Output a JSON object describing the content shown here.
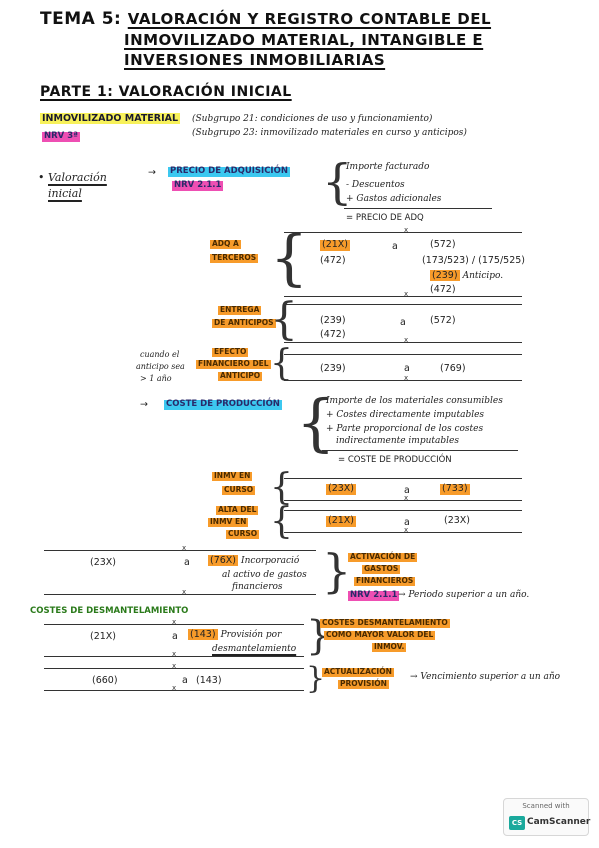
{
  "title": {
    "line1_prefix": "TEMA 5:",
    "line1": "VALORACIÓN Y REGISTRO CONTABLE DEL",
    "line2": "INMOVILIZADO MATERIAL, INTANGIBLE E",
    "line3": "INVERSIONES INMOBILIARIAS"
  },
  "part": "PARTE 1: VALORACIÓN INICIAL",
  "inmovilizado": {
    "label": "INMOVILIZADO MATERIAL",
    "nrv": "NRV 3ª",
    "subgrupo21": "(Subgrupo 21: condiciones de uso y funcionamiento)",
    "subgrupo23": "(Subgrupo 23: inmovilizado materiales en curso y anticipos)"
  },
  "valoracion": {
    "label_line1": "Valoración",
    "label_line2": "inicial",
    "arrow": "→",
    "precio_adq": "PRECIO DE ADQUISICIÓN",
    "nrv_precio": "NRV 2.1.1",
    "items": [
      "Importe facturado",
      "- Descuentos",
      "+ Gastos adicionales"
    ],
    "result": "= PRECIO DE ADQ"
  },
  "adq_terceros": {
    "label_line1": "ADQ A",
    "label_line2": "TERCEROS",
    "debit1": "(21X)",
    "debit2": "(472)",
    "a": "a",
    "credit1": "(572)",
    "credit2": "(173/523) / (175/525)",
    "credit3_code": "(239)",
    "credit3_text": "Anticipo.",
    "credit4": "(472)"
  },
  "entrega_anticipos": {
    "label_line1": "ENTREGA",
    "label_line2": "DE ANTICIPOS",
    "debit1": "(239)",
    "debit2": "(472)",
    "a": "a",
    "credit1": "(572)"
  },
  "efecto_financiero": {
    "note_line1": "cuando el",
    "note_line2": "anticipo sea",
    "note_line3": "> 1 año",
    "label_line1": "EFECTO",
    "label_line2": "FINANCIERO DEL",
    "label_line3": "ANTICIPO",
    "debit1": "(239)",
    "a": "a",
    "credit1": "(769)"
  },
  "coste_produccion": {
    "arrow": "→",
    "label": "COSTE DE PRODUCCIÓN",
    "items": [
      "Importe de los materiales consumibles",
      "+ Costes directamente imputables",
      "+ Parte proporcional de los costes",
      "indirectamente imputables"
    ],
    "result": "= COSTE DE PRODUCCIÓN"
  },
  "inmv_curso": {
    "label_line1": "INMV EN",
    "label_line2": "CURSO",
    "debit1": "(23X)",
    "a": "a",
    "credit1": "(733)"
  },
  "alta_inmv": {
    "label_line1": "ALTA DEL",
    "label_line2": "INMV EN",
    "label_line3": "CURSO",
    "debit1": "(21X)",
    "a": "a",
    "credit1": "(23X)"
  },
  "activacion": {
    "debit1": "(23X)",
    "a": "a",
    "credit_code": "(76X)",
    "credit_text_line1": "Incorporació",
    "credit_text_line2": "al activo de gastos",
    "credit_text_line3": "financieros",
    "label_line1": "ACTIVACIÓN DE",
    "label_line2": "GASTOS",
    "label_line3": "FINANCIEROS",
    "nrv": "NRV 2.1.1",
    "note": "→ Periodo superior a un año."
  },
  "desmantelamiento": {
    "header": "COSTES DE DESMANTELAMIENTO",
    "debit1": "(21X)",
    "a": "a",
    "credit_code": "(143)",
    "credit_text_line1": "Provisión por",
    "credit_text_line2": "desmantelamiento",
    "label_line1": "COSTES DESMANTELAMIENTO",
    "label_line2": "COMO MAYOR VALOR DEL",
    "label_line3": "INMOV."
  },
  "actualizacion": {
    "debit1": "(660)",
    "a": "a",
    "credit1": "(143)",
    "label_line1": "ACTUALIZACIÓN",
    "label_line2": "PROVISIÓN",
    "note": "→ Vencimiento superior a un año"
  },
  "scanner": {
    "scanned_with": "Scanned with",
    "brand": "CamScanner",
    "badge": "CS"
  },
  "colors": {
    "yellow": "#f7f15a",
    "magenta": "#ee4fb3",
    "cyan": "#3cc8f0",
    "orange": "#f79b2a"
  }
}
